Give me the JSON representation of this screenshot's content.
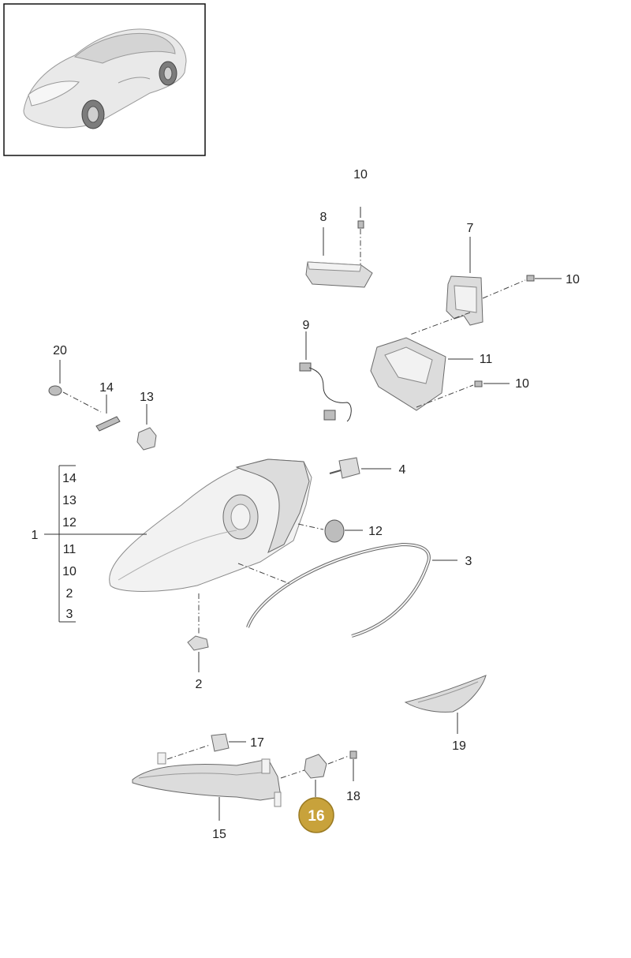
{
  "callouts": {
    "p10a": "10",
    "p8": "8",
    "p7": "7",
    "p10b": "10",
    "p9": "9",
    "p11": "11",
    "p10c": "10",
    "p20": "20",
    "p14": "14",
    "p13": "13",
    "p4": "4",
    "p1": "1",
    "p12": "12",
    "p3": "3",
    "p2": "2",
    "p17": "17",
    "p16": "16",
    "p18": "18",
    "p15": "15",
    "p19": "19"
  },
  "assembly_1_list": [
    "14",
    "13",
    "12",
    "11",
    "10",
    "2",
    "3"
  ],
  "highlight_color": "#c8a23b"
}
